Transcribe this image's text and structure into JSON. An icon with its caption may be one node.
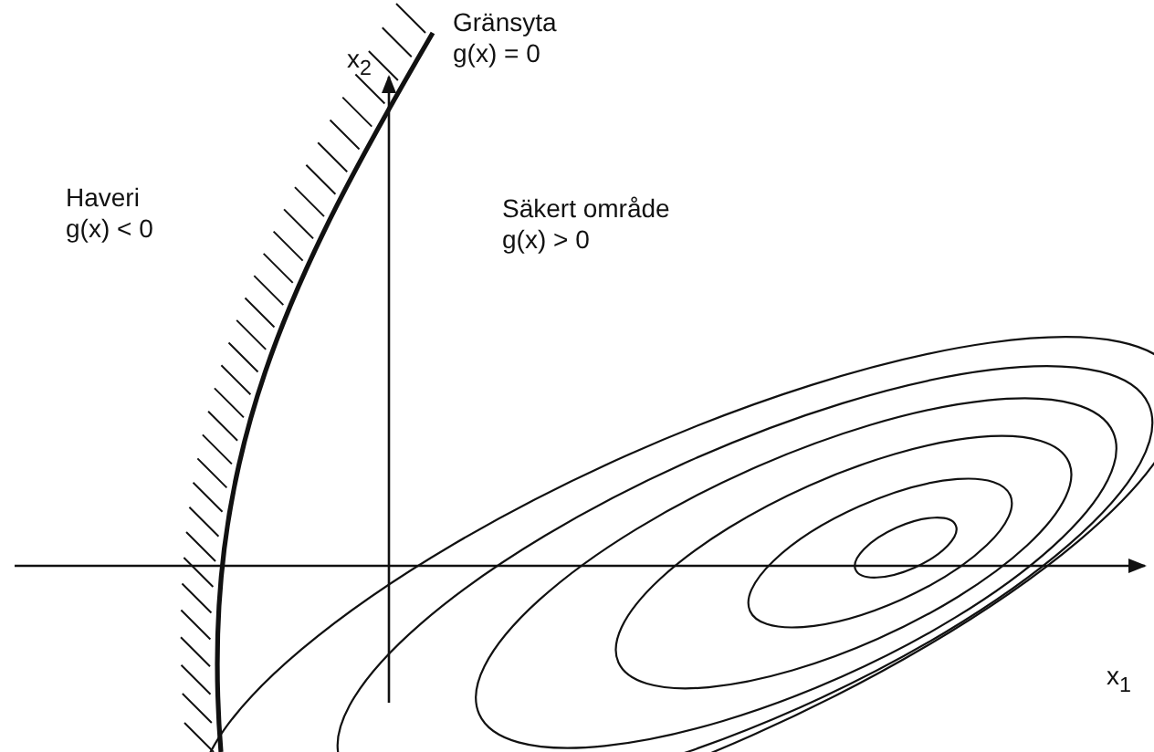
{
  "diagram": {
    "labels": [
      "Gränsyta",
      "g(x) = 0",
      "x$_{2}$",
      "Haveri",
      "g(x) < 0",
      "Säkert område",
      "g(x) > 0",
      "x$_{1}$"
    ]
  }
}
